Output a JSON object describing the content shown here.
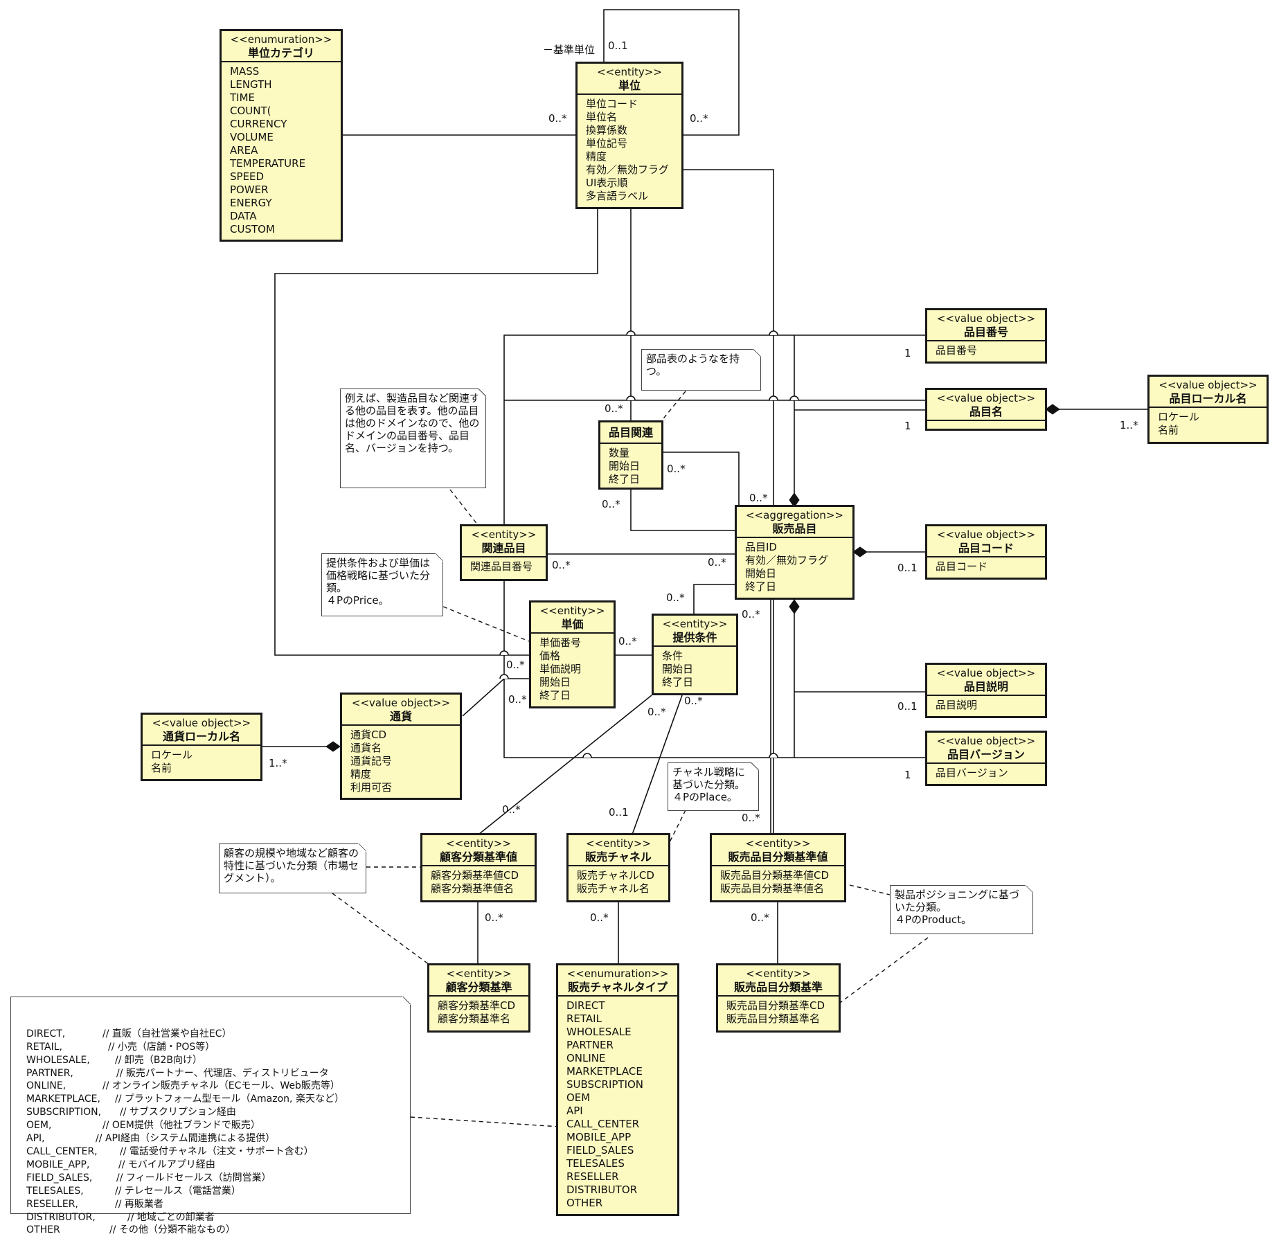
{
  "classes": {
    "unit_category": {
      "stereotype": "<<enumuration>>",
      "name": "単位カテゴリ",
      "items": [
        "MASS",
        "LENGTH",
        "TIME",
        "COUNT(",
        "CURRENCY",
        "VOLUME",
        "AREA",
        "TEMPERATURE",
        "SPEED",
        "POWER",
        "ENERGY",
        "DATA",
        "CUSTOM"
      ]
    },
    "unit": {
      "stereotype": "<<entity>>",
      "name": "単位",
      "items": [
        "単位コード",
        "単位名",
        "換算係数",
        "単位記号",
        "精度",
        "有効／無効フラグ",
        "UI表示順",
        "多言語ラベル"
      ]
    },
    "item_number": {
      "stereotype": "<<value object>>",
      "name": "品目番号",
      "items": [
        "品目番号"
      ]
    },
    "item_name": {
      "stereotype": "<<value object>>",
      "name": "品目名",
      "items": []
    },
    "item_local_name": {
      "stereotype": "<<value object>>",
      "name": "品目ローカル名",
      "items": [
        "ロケール",
        "名前"
      ]
    },
    "item_relation": {
      "stereotype": "",
      "name": "品目関連",
      "items": [
        "数量",
        "開始日",
        "終了日"
      ]
    },
    "related_item": {
      "stereotype": "<<entity>>",
      "name": "関連品目",
      "items": [
        "関連品目番号"
      ]
    },
    "sales_item": {
      "stereotype": "<<aggregation>>",
      "name": "販売品目",
      "items": [
        "品目ID",
        "有効／無効フラグ",
        "開始日",
        "終了日"
      ]
    },
    "item_code": {
      "stereotype": "<<value object>>",
      "name": "品目コード",
      "items": [
        "品目コード"
      ]
    },
    "unit_price": {
      "stereotype": "<<entity>>",
      "name": "単価",
      "items": [
        "単価番号",
        "価格",
        "単価説明",
        "開始日",
        "終了日"
      ]
    },
    "offer_condition": {
      "stereotype": "<<entity>>",
      "name": "提供条件",
      "items": [
        "条件",
        "開始日",
        "終了日"
      ]
    },
    "item_description": {
      "stereotype": "<<value object>>",
      "name": "品目説明",
      "items": [
        "品目説明"
      ]
    },
    "currency_local_name": {
      "stereotype": "<<value object>>",
      "name": "通貨ローカル名",
      "items": [
        "ロケール",
        "名前"
      ]
    },
    "currency": {
      "stereotype": "<<value object>>",
      "name": "通貨",
      "items": [
        "通貨CD",
        "通貨名",
        "通貨記号",
        "精度",
        "利用可否"
      ]
    },
    "item_version": {
      "stereotype": "<<value object>>",
      "name": "品目バージョン",
      "items": [
        "品目バージョン"
      ]
    },
    "customer_class_value": {
      "stereotype": "<<entity>>",
      "name": "顧客分類基準値",
      "items": [
        "顧客分類基準値CD",
        "顧客分類基準値名"
      ]
    },
    "sales_channel": {
      "stereotype": "<<entity>>",
      "name": "販売チャネル",
      "items": [
        "販売チャネルCD",
        "販売チャネル名"
      ]
    },
    "item_class_value": {
      "stereotype": "<<entity>>",
      "name": "販売品目分類基準値",
      "items": [
        "販売品目分類基準値CD",
        "販売品目分類基準値名"
      ]
    },
    "customer_class": {
      "stereotype": "<<entity>>",
      "name": "顧客分類基準",
      "items": [
        "顧客分類基準CD",
        "顧客分類基準名"
      ]
    },
    "channel_type": {
      "stereotype": "<<enumuration>>",
      "name": "販売チャネルタイプ",
      "items": [
        "DIRECT",
        "RETAIL",
        "WHOLESALE",
        "PARTNER",
        "ONLINE",
        "MARKETPLACE",
        "SUBSCRIPTION",
        "OEM",
        "API",
        "CALL_CENTER",
        "MOBILE_APP",
        "FIELD_SALES",
        "TELESALES",
        "RESELLER",
        "DISTRIBUTOR",
        "OTHER"
      ]
    },
    "item_class": {
      "stereotype": "<<entity>>",
      "name": "販売品目分類基準",
      "items": [
        "販売品目分類基準CD",
        "販売品目分類基準名"
      ]
    }
  },
  "notes": {
    "bom": "部品表のようなを持つ。",
    "related": "例えば、製造品目など関連する他の品目を表す。他の品目は他のドメインなので、他のドメインの品目番号、品目名、バージョンを持つ。",
    "price": "提供条件および単価は価格戦略に基づいた分類。\n４PのPrice。",
    "channel": "チャネル戦略に基づいた分類。\n４PのPlace。",
    "customer": "顧客の規模や地域など顧客の特性に基づいた分類（市場セグメント）。",
    "product": "製品ポジショニングに基づいた分類。\n４PのProduct。",
    "channel_types": [
      {
        "code": "DIRECT,",
        "comment": "// 直販（自社営業や自社EC）"
      },
      {
        "code": "RETAIL,",
        "comment": "// 小売（店舗・POS等）"
      },
      {
        "code": "WHOLESALE,",
        "comment": "// 卸売（B2B向け）"
      },
      {
        "code": "PARTNER,",
        "comment": "// 販売パートナー、代理店、ディストリビュータ"
      },
      {
        "code": "ONLINE,",
        "comment": "// オンライン販売チャネル（ECモール、Web販売等）"
      },
      {
        "code": "MARKETPLACE,",
        "comment": "// プラットフォーム型モール（Amazon, 楽天など）"
      },
      {
        "code": "SUBSCRIPTION,",
        "comment": "// サブスクリプション経由"
      },
      {
        "code": "OEM,",
        "comment": "// OEM提供（他社ブランドで販売）"
      },
      {
        "code": "API,",
        "comment": "// API経由（システム間連携による提供）"
      },
      {
        "code": "CALL_CENTER,",
        "comment": "// 電話受付チャネル（注文・サポート含む）"
      },
      {
        "code": "MOBILE_APP,",
        "comment": "// モバイルアプリ経由"
      },
      {
        "code": "FIELD_SALES,",
        "comment": "// フィールドセールス（訪問営業）"
      },
      {
        "code": "TELESALES,",
        "comment": "// テレセールス（電話営業）"
      },
      {
        "code": "RESELLER,",
        "comment": "// 再販業者"
      },
      {
        "code": "DISTRIBUTOR,",
        "comment": "// 地域ごとの卸業者"
      },
      {
        "code": "OTHER",
        "comment": "// その他（分類不能なもの）"
      }
    ]
  },
  "labels": {
    "base_unit_role": "－基準単位",
    "m_0_1": "0..1",
    "m_0_many": "0..*",
    "m_1": "1",
    "m_1_many": "1..*"
  }
}
